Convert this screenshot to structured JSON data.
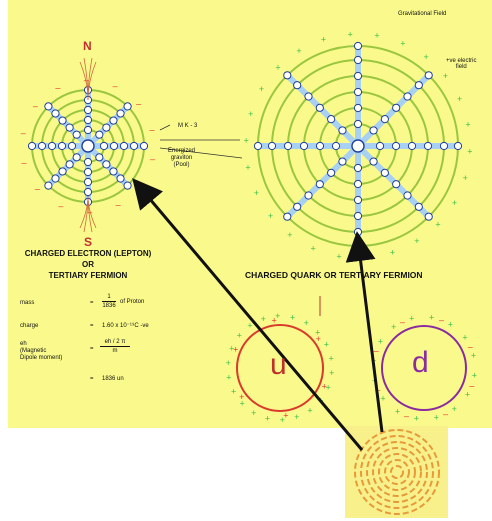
{
  "colors": {
    "background_panel": "#fafa8c",
    "ring": "#9ac640",
    "spoke": "#a8d0f2",
    "node": "#ffffff",
    "node_stroke": "#1f3f9a",
    "arrow": "#111111",
    "plus": "#3fbf4a",
    "minus": "#e3342f",
    "u_circle": "#d93a2c",
    "d_circle": "#8a2ca0",
    "inset_bg": "#f8f08a",
    "inset_ring": "#e79a3a"
  },
  "labels": {
    "north": "N",
    "south": "S",
    "gravitational_field": "Gravitational Field",
    "ve_electric_field": "+ve electric\nfield",
    "mks": "M K - 3",
    "energized_graviton": "Energized\ngraviton\n(Pool)",
    "electron_title_1": "CHARGED ELECTRON (LEPTON)",
    "electron_title_2": "OR",
    "electron_title_3": "TERTIARY FERMION",
    "quark_title": "CHARGED QUARK OR TERTIARY FERMION",
    "u": "u",
    "d": "d"
  },
  "properties": [
    {
      "name": "mass",
      "eq": "=",
      "value_top": "1",
      "value_bottom": "1836",
      "value_suffix": "of Proton"
    },
    {
      "name": "charge",
      "eq": "=",
      "value": "1.60 x 10⁻¹⁹C -ve"
    },
    {
      "name": "eh\n(Magnetic\nDipole moment)",
      "eq": "=",
      "value_top": "eh / 2 π",
      "value_bottom": "m"
    },
    {
      "name": "",
      "eq": "=",
      "value": "1836 un"
    }
  ]
}
